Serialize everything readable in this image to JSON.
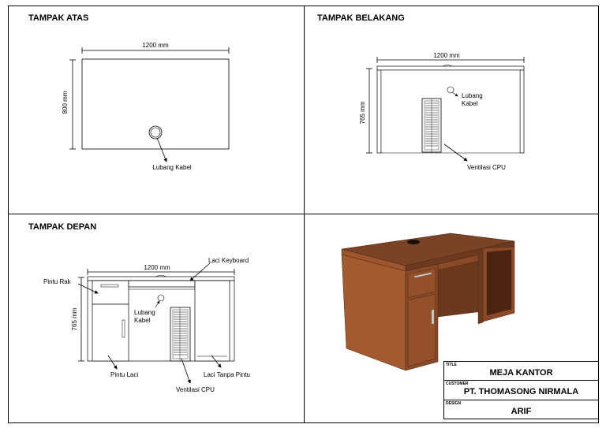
{
  "panels": {
    "top": {
      "title": "TAMPAK ATAS",
      "width_dim": "1200 mm",
      "depth_dim": "800 mm",
      "cable_hole_label": "Lubang Kabel"
    },
    "back": {
      "title": "TAMPAK BELAKANG",
      "width_dim": "1200 mm",
      "height_dim": "765 mm",
      "cable_hole_label_1": "Lubang",
      "cable_hole_label_2": "Kabel",
      "vent_label": "Ventilasi CPU"
    },
    "front": {
      "title": "TAMPAK DEPAN",
      "width_dim": "1200 mm",
      "height_dim": "765 mm",
      "keyboard_drawer_label": "Laci Keyboard",
      "rack_door_label": "Pintu Rak",
      "cable_hole_label_1": "Lubang",
      "cable_hole_label_2": "Kabel",
      "drawer_door_label": "Pintu Laci",
      "open_drawer_label": "Laci Tanpa Pintu",
      "vent_label": "Ventilasi CPU"
    }
  },
  "title_block": {
    "title_label": "TITLE",
    "title_value": "MEJA KANTOR",
    "customer_label": "CUSTOMER",
    "customer_value": "PT. THOMASONG NIRMALA",
    "design_label": "DESIGN",
    "design_value": "ARIF"
  },
  "colors": {
    "wood_top": "#7a4326",
    "wood_front": "#a35a2f",
    "wood_side": "#8a4a27"
  }
}
